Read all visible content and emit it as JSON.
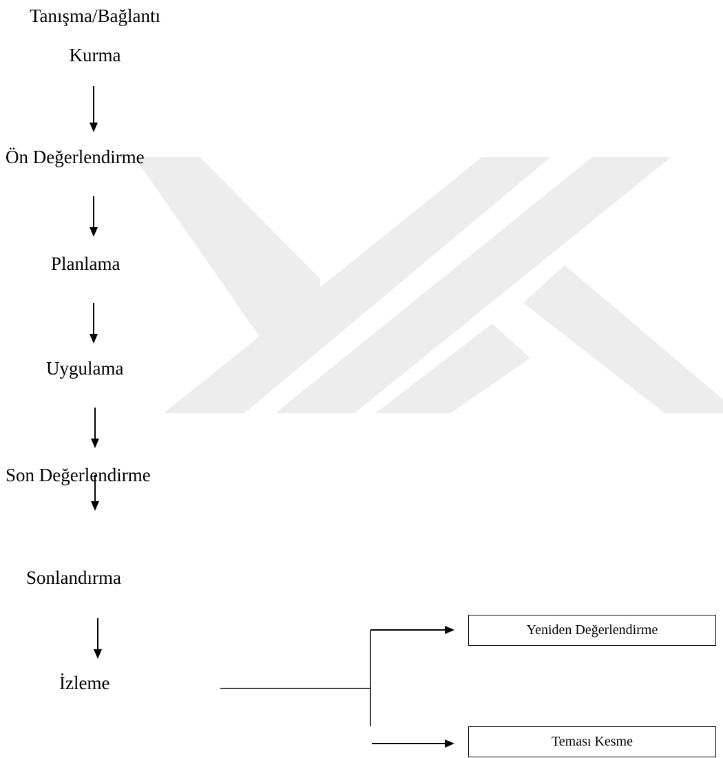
{
  "colors": {
    "text": "#000000",
    "line": "#000000",
    "watermark": "#ededed",
    "background": "#ffffff"
  },
  "watermark": {
    "icon": "yok-logo-watermark"
  },
  "steps": [
    {
      "line1": "Tanışma/Bağlantı",
      "line2": "Kurma"
    },
    {
      "label": "Ön Değerlendirme"
    },
    {
      "label": "Planlama"
    },
    {
      "label": "Uygulama"
    },
    {
      "label": "Son Değerlendirme"
    },
    {
      "label": "Sonlandırma"
    },
    {
      "label": "İzleme"
    }
  ],
  "outcomes": [
    {
      "label": "Yeniden Değerlendirme"
    },
    {
      "label": "Teması Kesme"
    }
  ]
}
